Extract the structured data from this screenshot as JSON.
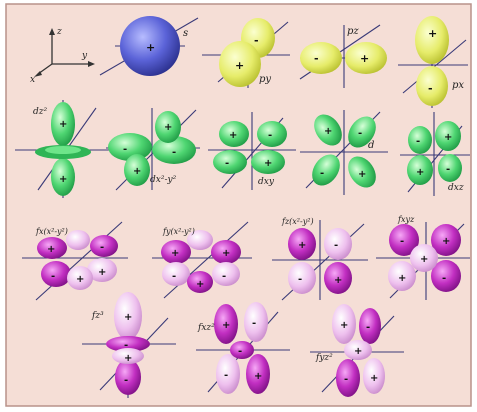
{
  "colors": {
    "background": "#f5ded6",
    "border": "#b8928a",
    "s_orbital": "#5b63d8",
    "p_orbital": "#e6ec6a",
    "d_orbital": "#4fd672",
    "f_orbital_dark": "#c22fc2",
    "f_orbital_light": "#eec0ee",
    "axis_line": "#3a3a78"
  },
  "axes_key": {
    "z": "z",
    "y": "y",
    "x": "x"
  },
  "orbitals": {
    "s": "s",
    "py": "py",
    "pz": "pz",
    "px": "px",
    "dz2": "dz²",
    "dx2y2": "dx²-y²",
    "dxy": "dxy",
    "d": "d",
    "dxz": "dxz",
    "f1": "fx(x²-y²)",
    "f2": "fy(x²-y²)",
    "f3": "fz(x²-y²)",
    "f4": "fxyz",
    "f5": "fz³",
    "f6": "fxz²",
    "f7": "fyz²"
  },
  "signs": {
    "plus": "+",
    "minus": "-"
  }
}
